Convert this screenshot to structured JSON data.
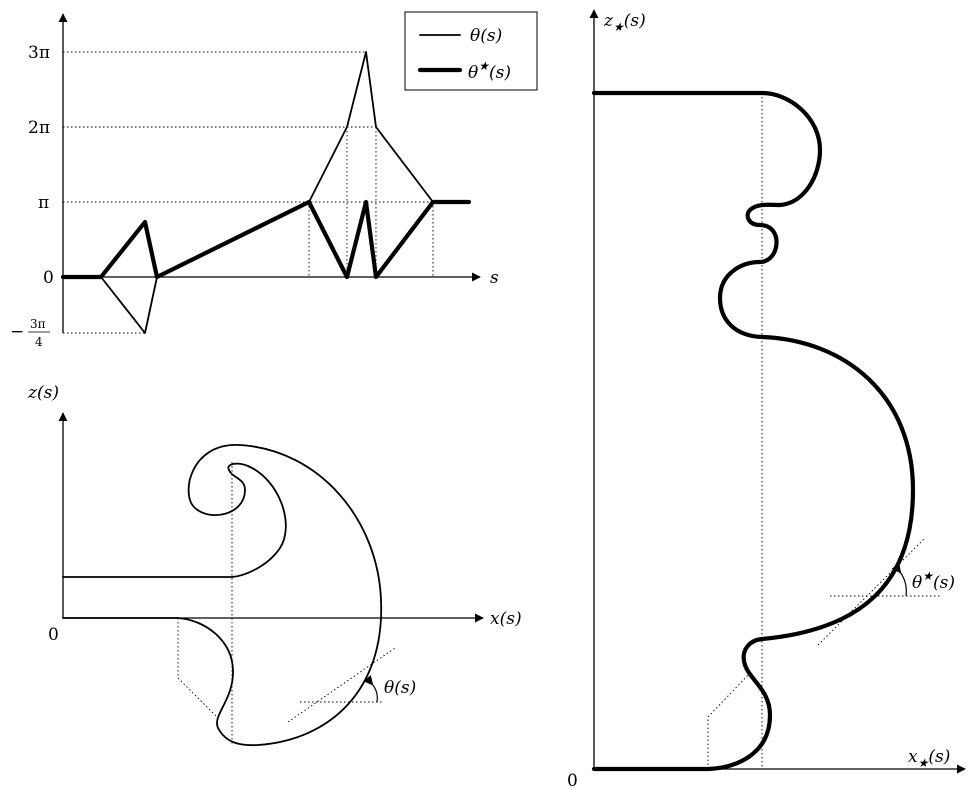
{
  "top_plot": {
    "axis_label_x": "s",
    "tick_labels": {
      "three_pi": "3π",
      "two_pi": "2π",
      "pi": "π",
      "zero": "0",
      "neg_frac_minus": "−",
      "neg_frac_num": "3π",
      "neg_frac_den": "4"
    },
    "legend": {
      "theta_label": "θ(s)",
      "theta_star_base": "θ",
      "theta_star_sup": "★",
      "theta_star_tail": "(s)"
    }
  },
  "bottom_left_plot": {
    "z_axis_label": "z(s)",
    "x_axis_label": "x(s)",
    "origin_label": "0",
    "angle_label": "θ(s)"
  },
  "right_plot": {
    "z_base": "z",
    "z_sub": "★",
    "z_tail": "(s)",
    "x_base": "x",
    "x_sub": "★",
    "x_tail": "(s)",
    "origin_label": "0",
    "angle_base": "θ",
    "angle_sup": "★",
    "angle_tail": "(s)"
  },
  "colors": {
    "ink": "#000000",
    "background": "#ffffff"
  }
}
